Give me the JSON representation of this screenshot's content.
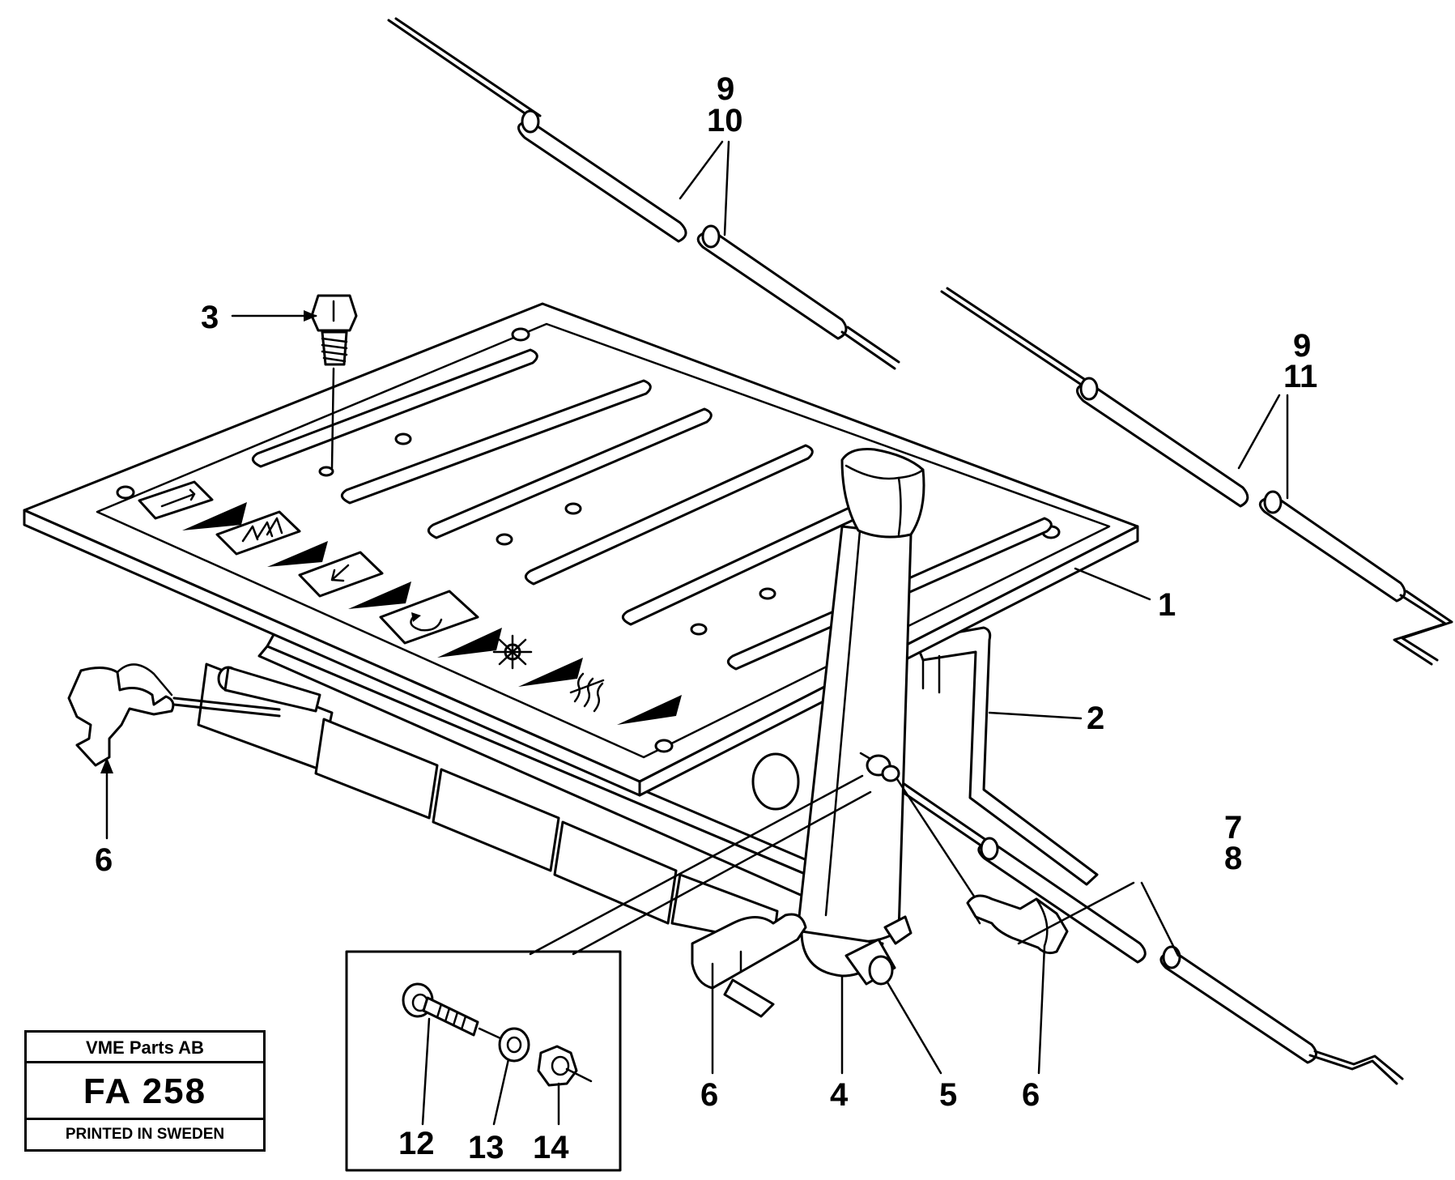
{
  "callouts": {
    "c1": "1",
    "c2": "2",
    "c3": "3",
    "c4": "4",
    "c5": "5",
    "c6a": "6",
    "c6b": "6",
    "c6c": "6",
    "c7": "7",
    "c8": "8",
    "c9a": "9",
    "c10": "10",
    "c9b": "9",
    "c11": "11",
    "c12": "12",
    "c13": "13",
    "c14": "14"
  },
  "title_block": {
    "company": "VME Parts AB",
    "code": "FA 258",
    "printed": "PRINTED IN SWEDEN"
  },
  "icons": [
    "arrow-right-icon",
    "double-arrow-up-icon",
    "arrow-down-icon",
    "recirculation-icon",
    "snowflake-icon",
    "heat-waves-icon"
  ]
}
